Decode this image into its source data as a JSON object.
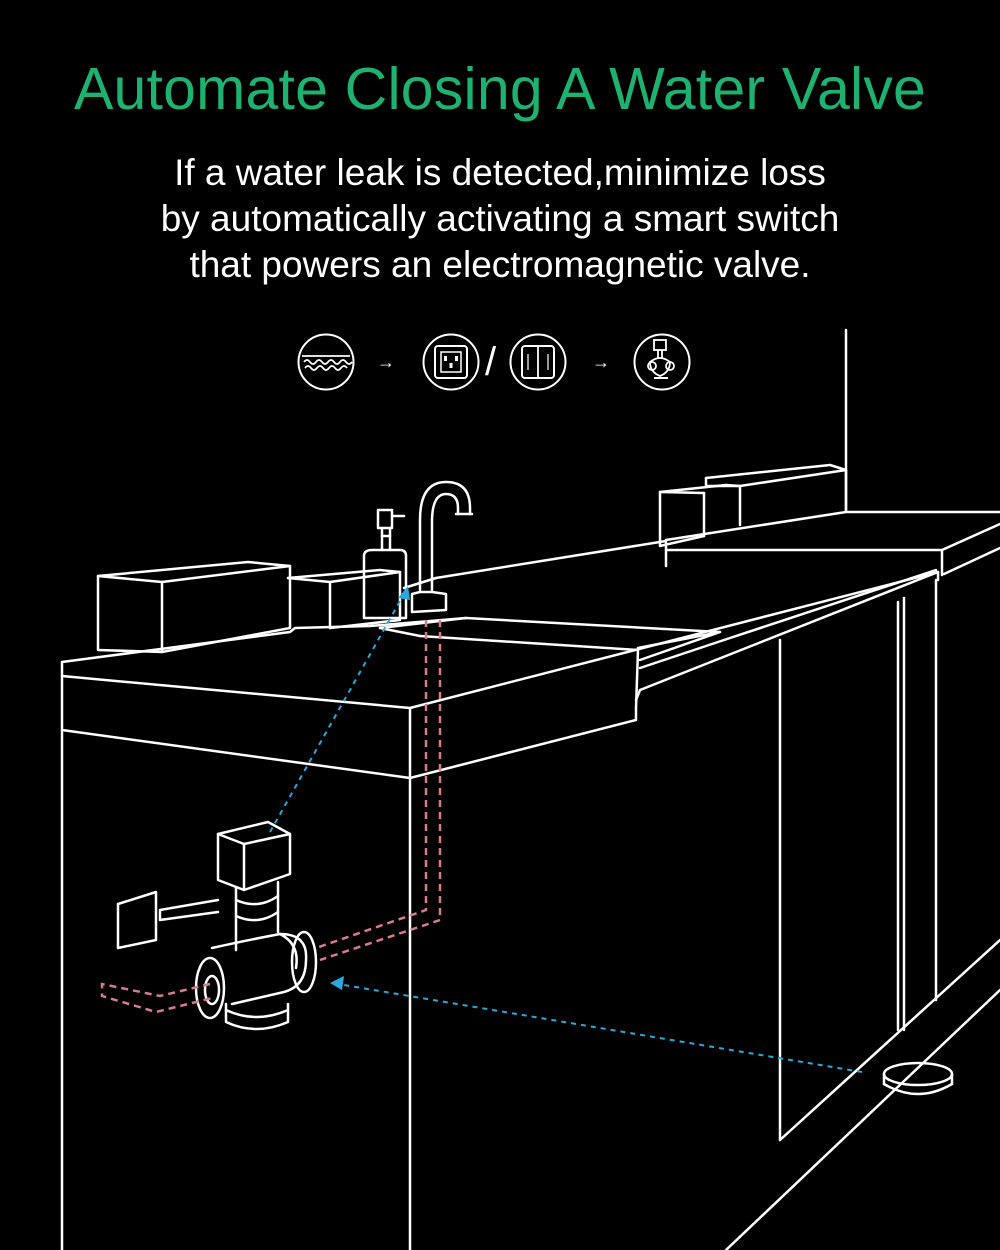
{
  "title": "Automate Closing A Water Valve",
  "description_lines": [
    "If a water leak is detected,minimize loss",
    "by automatically activating a smart switch",
    "that powers an electromagnetic valve."
  ],
  "flow": {
    "arrow_1": "→",
    "separator": "/",
    "arrow_2": "→",
    "icons": [
      "water-leak-sensor-icon",
      "wall-socket-icon",
      "wall-switch-icon",
      "electromagnetic-valve-icon"
    ]
  },
  "colors": {
    "title": "#1db26f",
    "text": "#ffffff",
    "background": "#000000",
    "signal_line": "#29a8e0",
    "water_pipe": "#d97a8a"
  }
}
